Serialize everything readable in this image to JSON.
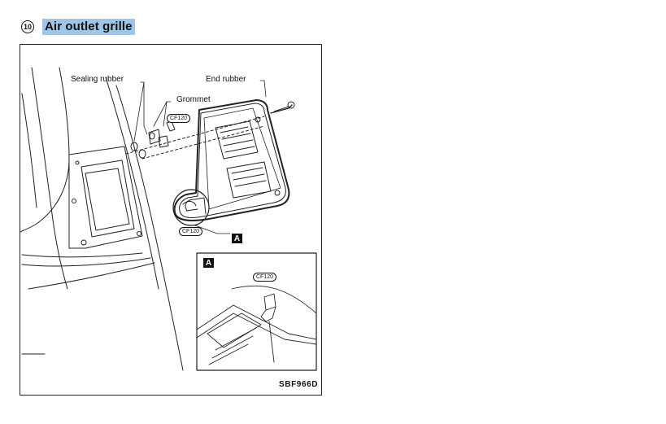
{
  "heading": {
    "number": "10",
    "title": "Air outlet grille"
  },
  "figure": {
    "labels": {
      "sealing_rubber": "Sealing rubber",
      "end_rubber": "End rubber",
      "grommet": "Grommet"
    },
    "codes": {
      "code1": "CF120",
      "code2": "CF120",
      "code3": "CF120"
    },
    "detail_tag": "A",
    "inset_tag": "A",
    "figure_id": "SBF966D"
  }
}
